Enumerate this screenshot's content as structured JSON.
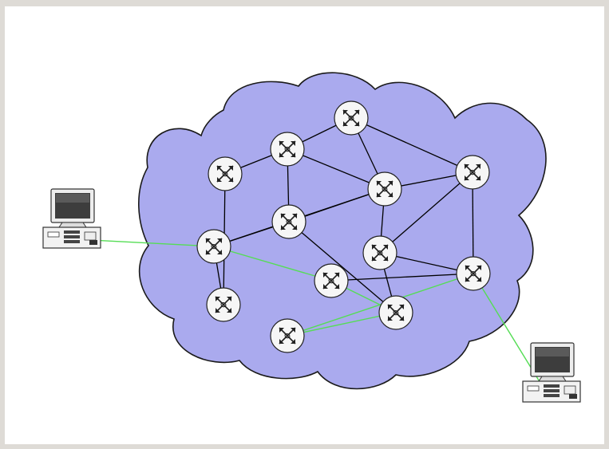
{
  "diagram": {
    "colors": {
      "cloud_fill": "#aaaaee",
      "cloud_stroke": "#1a1a1a",
      "link": "#000000",
      "path": "#55dd55",
      "router_fill": "#f6f6f6",
      "router_stroke": "#222222",
      "frame": "#dedbd6"
    },
    "routers": [
      {
        "id": "r1",
        "icon": "router-icon"
      },
      {
        "id": "r2",
        "icon": "router-icon"
      },
      {
        "id": "r3",
        "icon": "router-icon"
      },
      {
        "id": "r4",
        "icon": "router-icon"
      },
      {
        "id": "r5",
        "icon": "router-icon"
      },
      {
        "id": "r6",
        "icon": "router-icon"
      },
      {
        "id": "r7",
        "icon": "router-icon"
      },
      {
        "id": "r8",
        "icon": "router-icon"
      },
      {
        "id": "r9",
        "icon": "router-icon"
      },
      {
        "id": "r10",
        "icon": "router-icon"
      },
      {
        "id": "r11",
        "icon": "router-icon"
      },
      {
        "id": "r12",
        "icon": "router-icon"
      },
      {
        "id": "r13",
        "icon": "router-icon"
      }
    ],
    "hosts": [
      {
        "id": "host-left",
        "icon": "desktop-computer-icon"
      },
      {
        "id": "host-right",
        "icon": "desktop-computer-icon"
      }
    ],
    "links": [
      [
        "r1",
        "r2"
      ],
      [
        "r1",
        "r5"
      ],
      [
        "r2",
        "r3"
      ],
      [
        "r2",
        "r6"
      ],
      [
        "r2",
        "r8"
      ],
      [
        "r3",
        "r6"
      ],
      [
        "r3",
        "r4"
      ],
      [
        "r6",
        "r4"
      ],
      [
        "r6",
        "r8"
      ],
      [
        "r6",
        "r9"
      ],
      [
        "r6",
        "r7"
      ],
      [
        "r5",
        "r9"
      ],
      [
        "r8",
        "r9"
      ],
      [
        "r8",
        "r12"
      ],
      [
        "r9",
        "r10"
      ],
      [
        "r10",
        "r11"
      ],
      [
        "r10",
        "r12"
      ],
      [
        "r7",
        "r4"
      ],
      [
        "r7",
        "r11"
      ],
      [
        "r7",
        "r12"
      ],
      [
        "r4",
        "r11"
      ],
      [
        "r11",
        "r13"
      ],
      [
        "r12",
        "r13"
      ],
      [
        "r12",
        "r10"
      ]
    ],
    "path_links": [
      [
        "host-left",
        "r9"
      ],
      [
        "r9",
        "r10"
      ],
      [
        "r10",
        "r12"
      ],
      [
        "r12",
        "r13"
      ],
      [
        "r13",
        "r11"
      ],
      [
        "r11",
        "host-right"
      ]
    ]
  }
}
